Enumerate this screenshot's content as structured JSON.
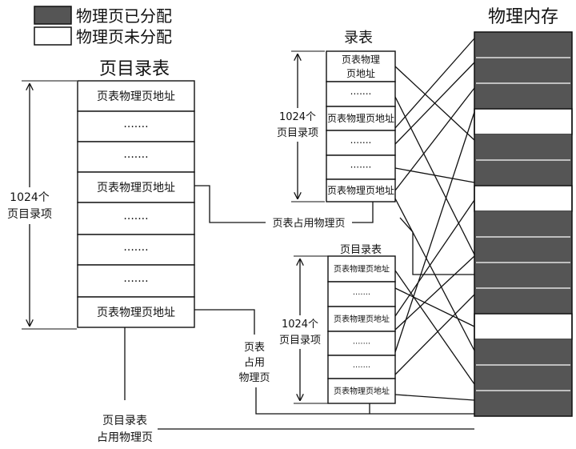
{
  "legend": {
    "allocated_label": "物理页已分配",
    "free_label": "物理页未分配",
    "allocated_color": "#555555",
    "free_color": "#ffffff"
  },
  "memory": {
    "title": "物理内存",
    "dark_color": "#555555",
    "frames": [
      "allocated",
      "allocated",
      "allocated",
      "free",
      "allocated",
      "allocated",
      "free",
      "allocated",
      "allocated",
      "allocated",
      "allocated",
      "free",
      "allocated",
      "allocated",
      "allocated"
    ]
  },
  "page_directory": {
    "title": "页目录表",
    "rows": [
      "页表物理页地址",
      "·······",
      "·······",
      "页表物理页地址",
      "·······",
      "·······",
      "·······",
      "页表物理页地址"
    ],
    "size_label": [
      "1024个",
      "页目录项"
    ],
    "occupy_label": [
      "页目录表",
      "占用物理页"
    ]
  },
  "page_table_top": {
    "title": "录表",
    "rows": [
      "页表物理|页地址",
      "·······",
      "页表物理页地址",
      "·······",
      "·······",
      "页表物理页地址"
    ],
    "size_label": [
      "1024个",
      "页目录项"
    ],
    "occupy_label": "页表占用物理页"
  },
  "page_table_bottom": {
    "title": "页目录表",
    "rows": [
      "页表物理页地址",
      "·······",
      "页表物理页地址",
      "·······",
      "·······",
      "页表物理页地址"
    ],
    "size_label": [
      "1024个",
      "页目录项"
    ],
    "occupy_label": [
      "页表",
      "占用",
      "物理页"
    ]
  }
}
